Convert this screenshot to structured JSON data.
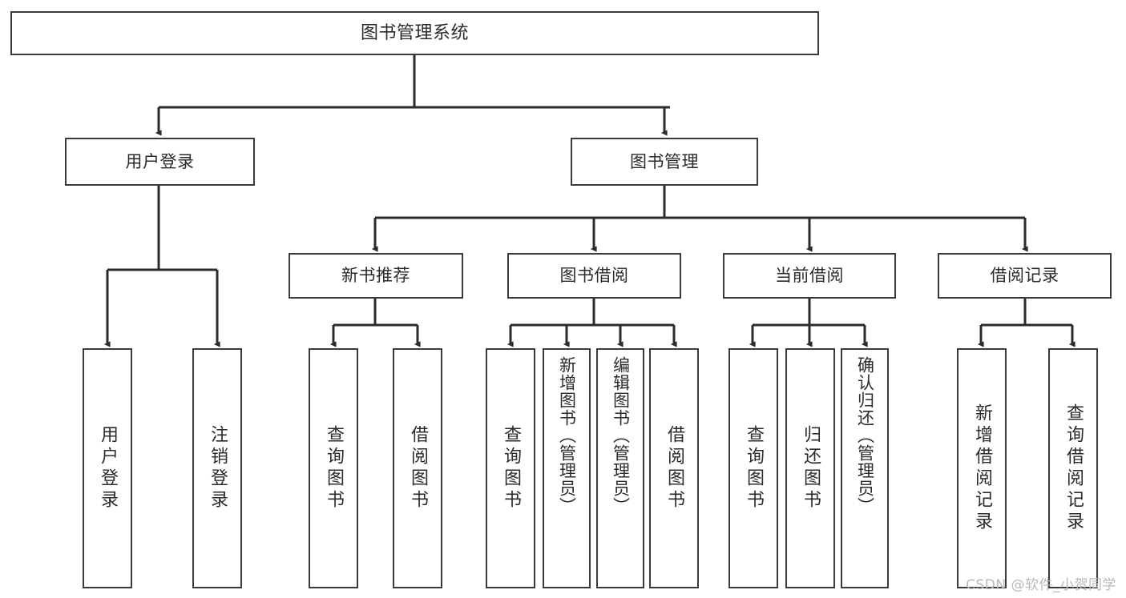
{
  "diagram": {
    "title": "图书管理系统",
    "type": "tree",
    "watermark": "CSDN @软件_小贺同学",
    "colors": {
      "box_border": "#3a3a3a",
      "box_fill": "#ffffff",
      "edge": "#2b2b2b",
      "text": "#2b2b2b",
      "watermark": "#b9b9b9",
      "background": "#ffffff"
    },
    "levels": {
      "root": {
        "label": "图书管理系统"
      },
      "level2": [
        {
          "label": "用户登录"
        },
        {
          "label": "图书管理"
        }
      ],
      "level3": [
        {
          "label": "新书推荐"
        },
        {
          "label": "图书借阅"
        },
        {
          "label": "当前借阅"
        },
        {
          "label": "借阅记录"
        }
      ],
      "leaves": {
        "user_login": [
          {
            "label": "用户登录"
          },
          {
            "label": "注销登录"
          }
        ],
        "new_book_recommend": [
          {
            "label": "查询图书"
          },
          {
            "label": "借阅图书"
          }
        ],
        "book_borrow": [
          {
            "label": "查询图书"
          },
          {
            "label": "新增图书（管理员）"
          },
          {
            "label": "编辑图书（管理员）"
          },
          {
            "label": "借阅图书"
          }
        ],
        "current_borrow": [
          {
            "label": "查询图书"
          },
          {
            "label": "归还图书"
          },
          {
            "label": "确认归还（管理员）"
          }
        ],
        "borrow_record": [
          {
            "label": "新增借阅记录"
          },
          {
            "label": "查询借阅记录"
          }
        ]
      }
    }
  }
}
